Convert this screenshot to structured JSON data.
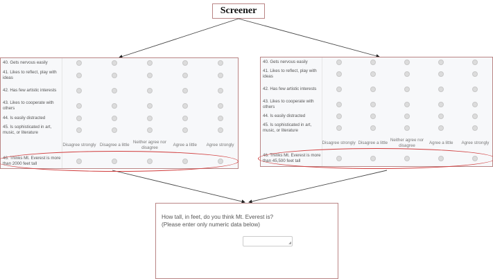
{
  "screener": {
    "label": "Screener"
  },
  "likert_columns": [
    "Disagree strongly",
    "Disagree a little",
    "Neither agree nor disagree",
    "Agree a little",
    "Agree strongly"
  ],
  "left_panel": {
    "items": [
      {
        "label": "40. Gets nervous easily"
      },
      {
        "label": "41. Likes to reflect, play with ideas"
      },
      {
        "label": "42. Has few artistic interests"
      },
      {
        "label": "43. Likes to cooperate with others"
      },
      {
        "label": "44. Is easily distracted"
      },
      {
        "label": "45. Is sophisticated in art, music, or literature"
      }
    ],
    "headers": [
      "Disagree strongly",
      "Disagree a little",
      "Neither agree nor disagree",
      "Agree a little",
      "Agree strongly"
    ],
    "anchor_item": {
      "label": "46. Thinks Mt. Everest is more than 2000 feet tall"
    }
  },
  "right_panel": {
    "items": [
      {
        "label": "40. Gets nervous easily"
      },
      {
        "label": "41. Likes to reflect, play with ideas"
      },
      {
        "label": "42. Has few artistic interests"
      },
      {
        "label": "43. Likes to cooperate with others"
      },
      {
        "label": "44. Is easily distracted"
      },
      {
        "label": "45. Is sophisticated in art, music, or literature"
      }
    ],
    "headers": [
      "Disagree strongly",
      "Disagree a little",
      "Neither agree nor disagree",
      "Agree a little",
      "Agree strongly"
    ],
    "anchor_item": {
      "label": "46. Thinks Mt. Everest is more than 45,500 feet tall"
    }
  },
  "question": {
    "line1": "How tall, in feet, do you think Mt. Everest is?",
    "line2": "(Please enter only numeric data below)",
    "input_value": ""
  },
  "colors": {
    "box_border": "#b98484",
    "highlight": "#d03a3a",
    "panel_bg": "#f7f8fa"
  }
}
